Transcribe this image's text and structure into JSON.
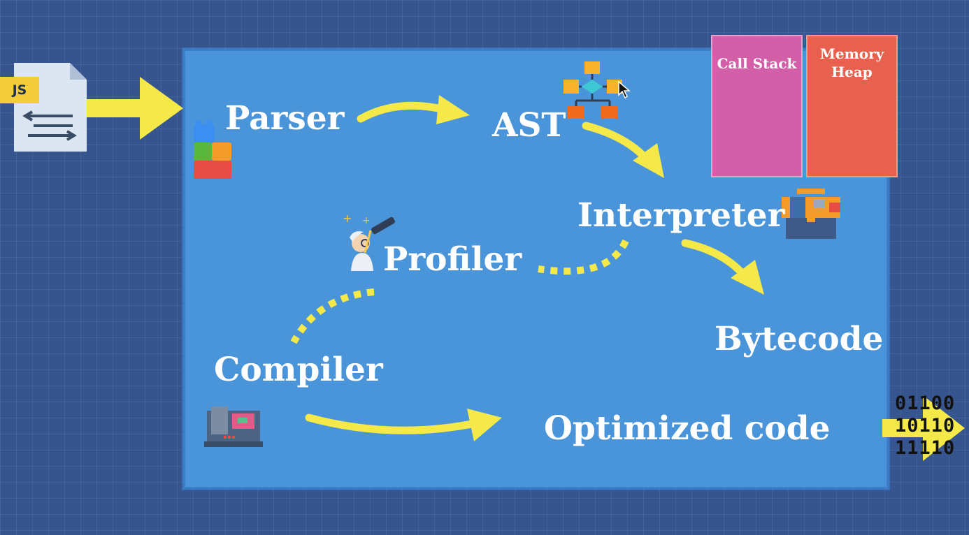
{
  "source_file": {
    "badge": "JS",
    "icon": "js-file-icon"
  },
  "labels": {
    "parser": "Parser",
    "ast": "AST",
    "interpreter": "Interpreter",
    "profiler": "Profiler",
    "bytecode": "Bytecode",
    "compiler": "Compiler",
    "optimized": "Optimized code"
  },
  "memory": {
    "call_stack": "Call Stack",
    "memory_heap_line1": "Memory",
    "memory_heap_line2": "Heap"
  },
  "binary": [
    "01100",
    "10110",
    "11110"
  ],
  "colors": {
    "background": "#36558f",
    "engine": "#4a95d9",
    "arrow": "#f5e94a",
    "call_stack": "#d85ea6",
    "memory_heap": "#e8614f"
  },
  "icons": [
    "blocks-icon",
    "flowchart-icon",
    "scientist-telescope-icon",
    "toolbox-icon",
    "machine-icon",
    "mouse-cursor-icon"
  ]
}
